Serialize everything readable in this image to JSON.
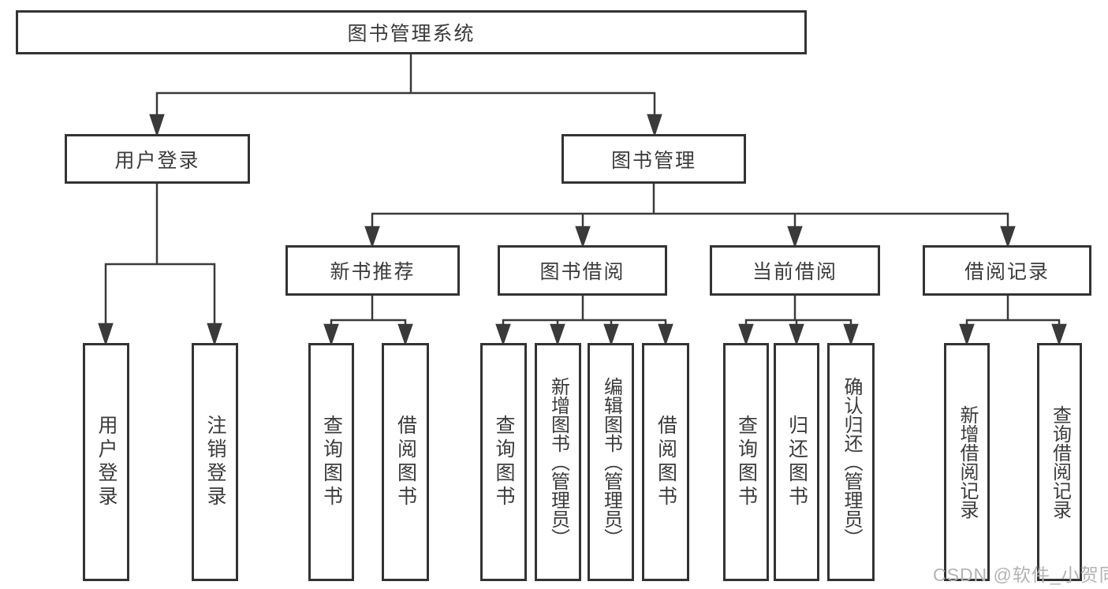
{
  "diagram": {
    "root": {
      "label": "图书管理系统"
    },
    "level2": [
      {
        "label": "用户登录"
      },
      {
        "label": "图书管理"
      }
    ],
    "level3": [
      {
        "label": "新书推荐"
      },
      {
        "label": "图书借阅"
      },
      {
        "label": "当前借阅"
      },
      {
        "label": "借阅记录"
      }
    ],
    "leaves": {
      "user_login": [
        {
          "label": "用户登录"
        },
        {
          "label": "注销登录"
        }
      ],
      "new_book": [
        {
          "label": "查询图书"
        },
        {
          "label": "借阅图书"
        }
      ],
      "book_borrow": [
        {
          "label": "查询图书"
        },
        {
          "label": "新增图书（管理员）"
        },
        {
          "label": "编辑图书（管理员）"
        },
        {
          "label": "借阅图书"
        }
      ],
      "current_borrow": [
        {
          "label": "查询图书"
        },
        {
          "label": "归还图书"
        },
        {
          "label": "确认归还（管理员）"
        }
      ],
      "borrow_records": [
        {
          "label": "新增借阅记录"
        },
        {
          "label": "查询借阅记录"
        }
      ]
    },
    "watermark": "CSDN @软件_小贺同学",
    "colors": {
      "line": "#3a3a3a",
      "border": "#333333",
      "text": "#3b3b3b",
      "watermark": "#b3b3b3",
      "background": "#ffffff"
    }
  }
}
